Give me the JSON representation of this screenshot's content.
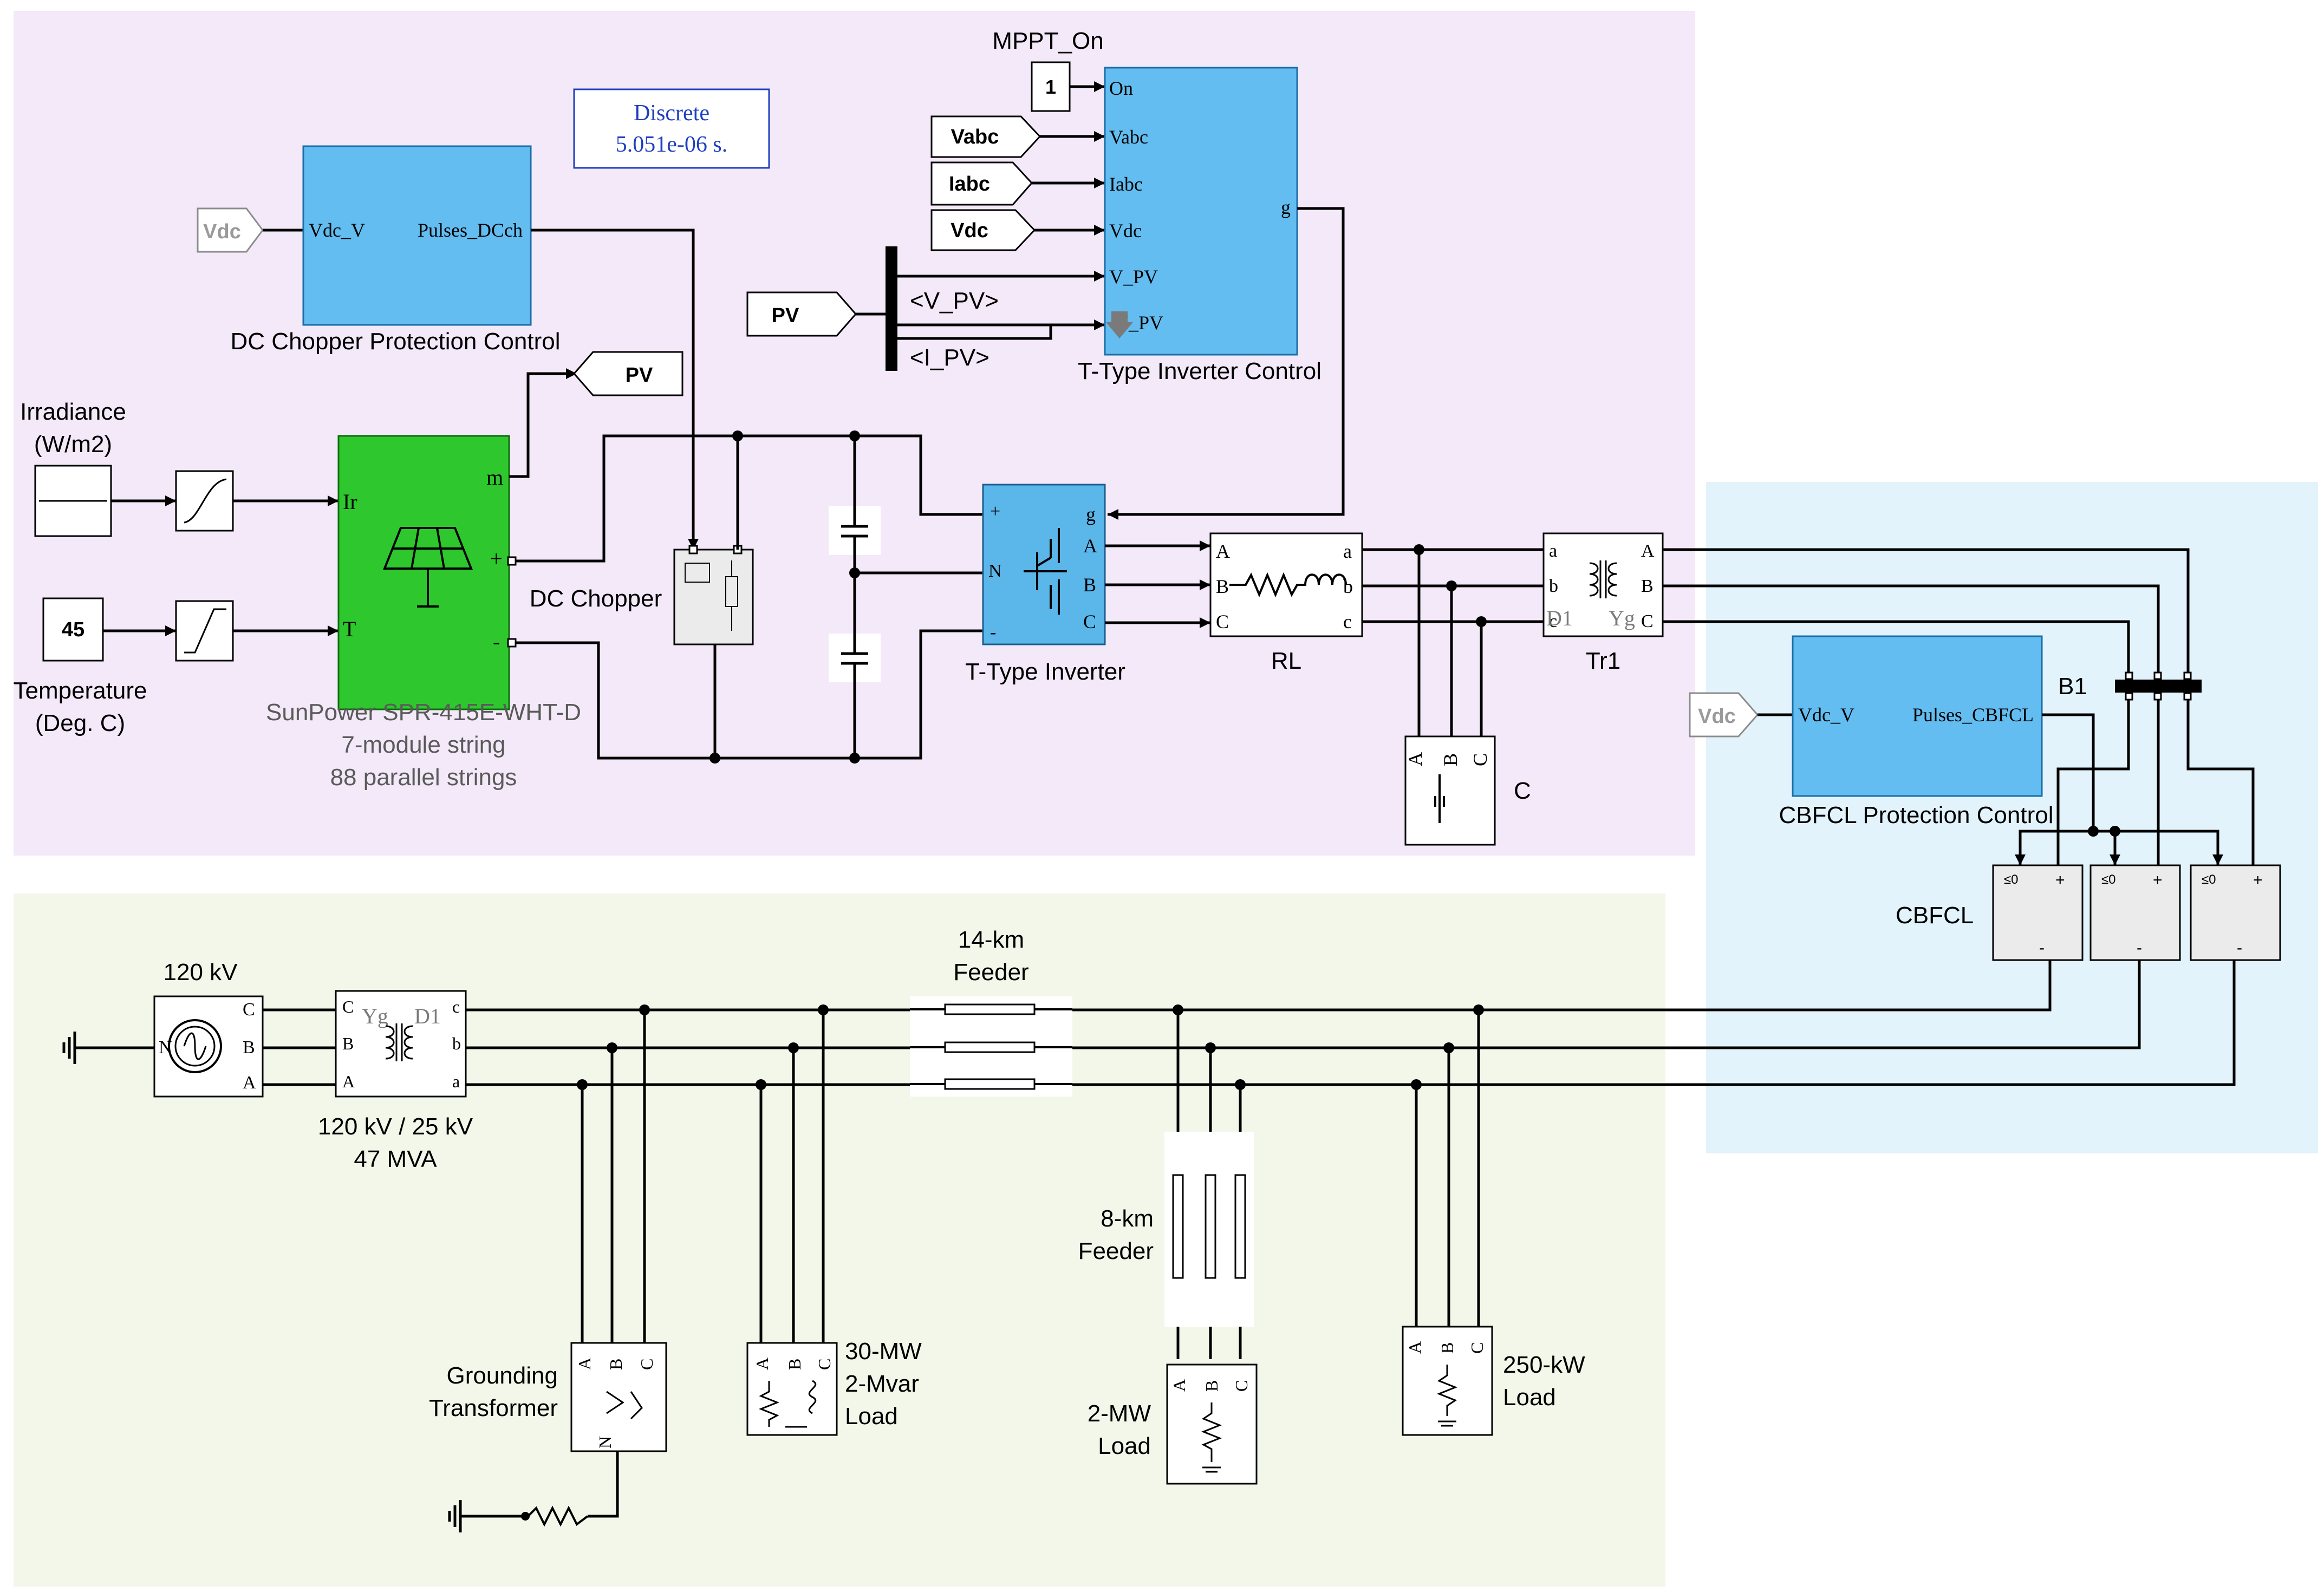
{
  "solver": {
    "line1": "Discrete",
    "line2": "5.051e-06 s."
  },
  "labels": {
    "mppt_on": "MPPT_On",
    "mppt_const": "1",
    "vdc_goto1": "Vdc",
    "vdc_goto2": "Vdc",
    "vdc_goto3": "Vdc",
    "vabc_goto": "Vabc",
    "iabc_goto": "Iabc",
    "pv_from": "PV",
    "pv_goto": "PV",
    "v_pv": "<V_PV>",
    "i_pv": "<I_PV>",
    "irradiance_1": "Irradiance",
    "irradiance_2": "(W/m2)",
    "temperature_val": "45",
    "temperature_1": "Temperature",
    "temperature_2": "(Deg. C)",
    "pv_array_1": "SunPower SPR-415E-WHT-D",
    "pv_array_2": "7-module string",
    "pv_array_3": "88 parallel strings",
    "pv_port_ir": "Ir",
    "pv_port_t": "T",
    "pv_port_m": "m",
    "pv_port_plus": "+",
    "pv_port_minus": "-",
    "dc_chopper_ctrl": "DC Chopper Protection Control",
    "dc_chopper_ctrl_in": "Vdc_V",
    "dc_chopper_ctrl_out": "Pulses_DCch",
    "dc_chopper": "DC Chopper",
    "inv_ctrl": "T-Type Inverter Control",
    "inv_ctrl_on": "On",
    "inv_ctrl_vabc": "Vabc",
    "inv_ctrl_iabc": "Iabc",
    "inv_ctrl_vdc": "Vdc",
    "inv_ctrl_vpv": "V_PV",
    "inv_ctrl_ipv": "I_PV",
    "inv_ctrl_g": "g",
    "inverter": "T-Type Inverter",
    "inv_g": "g",
    "inv_a": "A",
    "inv_b": "B",
    "inv_c": "C",
    "inv_n": "N",
    "rl": "RL",
    "tr1": "Tr1",
    "tr1_left": "D1",
    "tr1_right": "Yg",
    "cap_c": "C",
    "b1": "B1",
    "cbfcl_ctrl": "CBFCL Protection Control",
    "cbfcl_ctrl_in": "Vdc_V",
    "cbfcl_ctrl_out": "Pulses_CBFCL",
    "cbfcl": "CBFCL",
    "src": "120 kV",
    "xfmr_1": "120 kV / 25 kV",
    "xfmr_2": "47 MVA",
    "xfmr_left": "Yg",
    "xfmr_right": "D1",
    "feeder14_1": "14-km",
    "feeder14_2": "Feeder",
    "feeder8_1": "8-km",
    "feeder8_2": "Feeder",
    "gt_1": "Grounding",
    "gt_2": "Transformer",
    "load30_1": "30-MW",
    "load30_2": "2-Mvar",
    "load30_3": "Load",
    "load2_1": "2-MW",
    "load2_2": "Load",
    "load250_1": "250-kW",
    "load250_2": "Load",
    "ph_a": "A",
    "ph_b": "B",
    "ph_c": "C",
    "ph_a_l": "a",
    "ph_b_l": "b",
    "ph_c_l": "c",
    "ph_n": "N"
  },
  "colors": {
    "pv_region": "#f3e9f8",
    "grid_region": "#f3f7ea",
    "cbfcl_region": "#e3f3fc",
    "pv_block": "#2ec82e",
    "control_block": "#63bdf0",
    "solver_text": "#1f3fbf"
  }
}
